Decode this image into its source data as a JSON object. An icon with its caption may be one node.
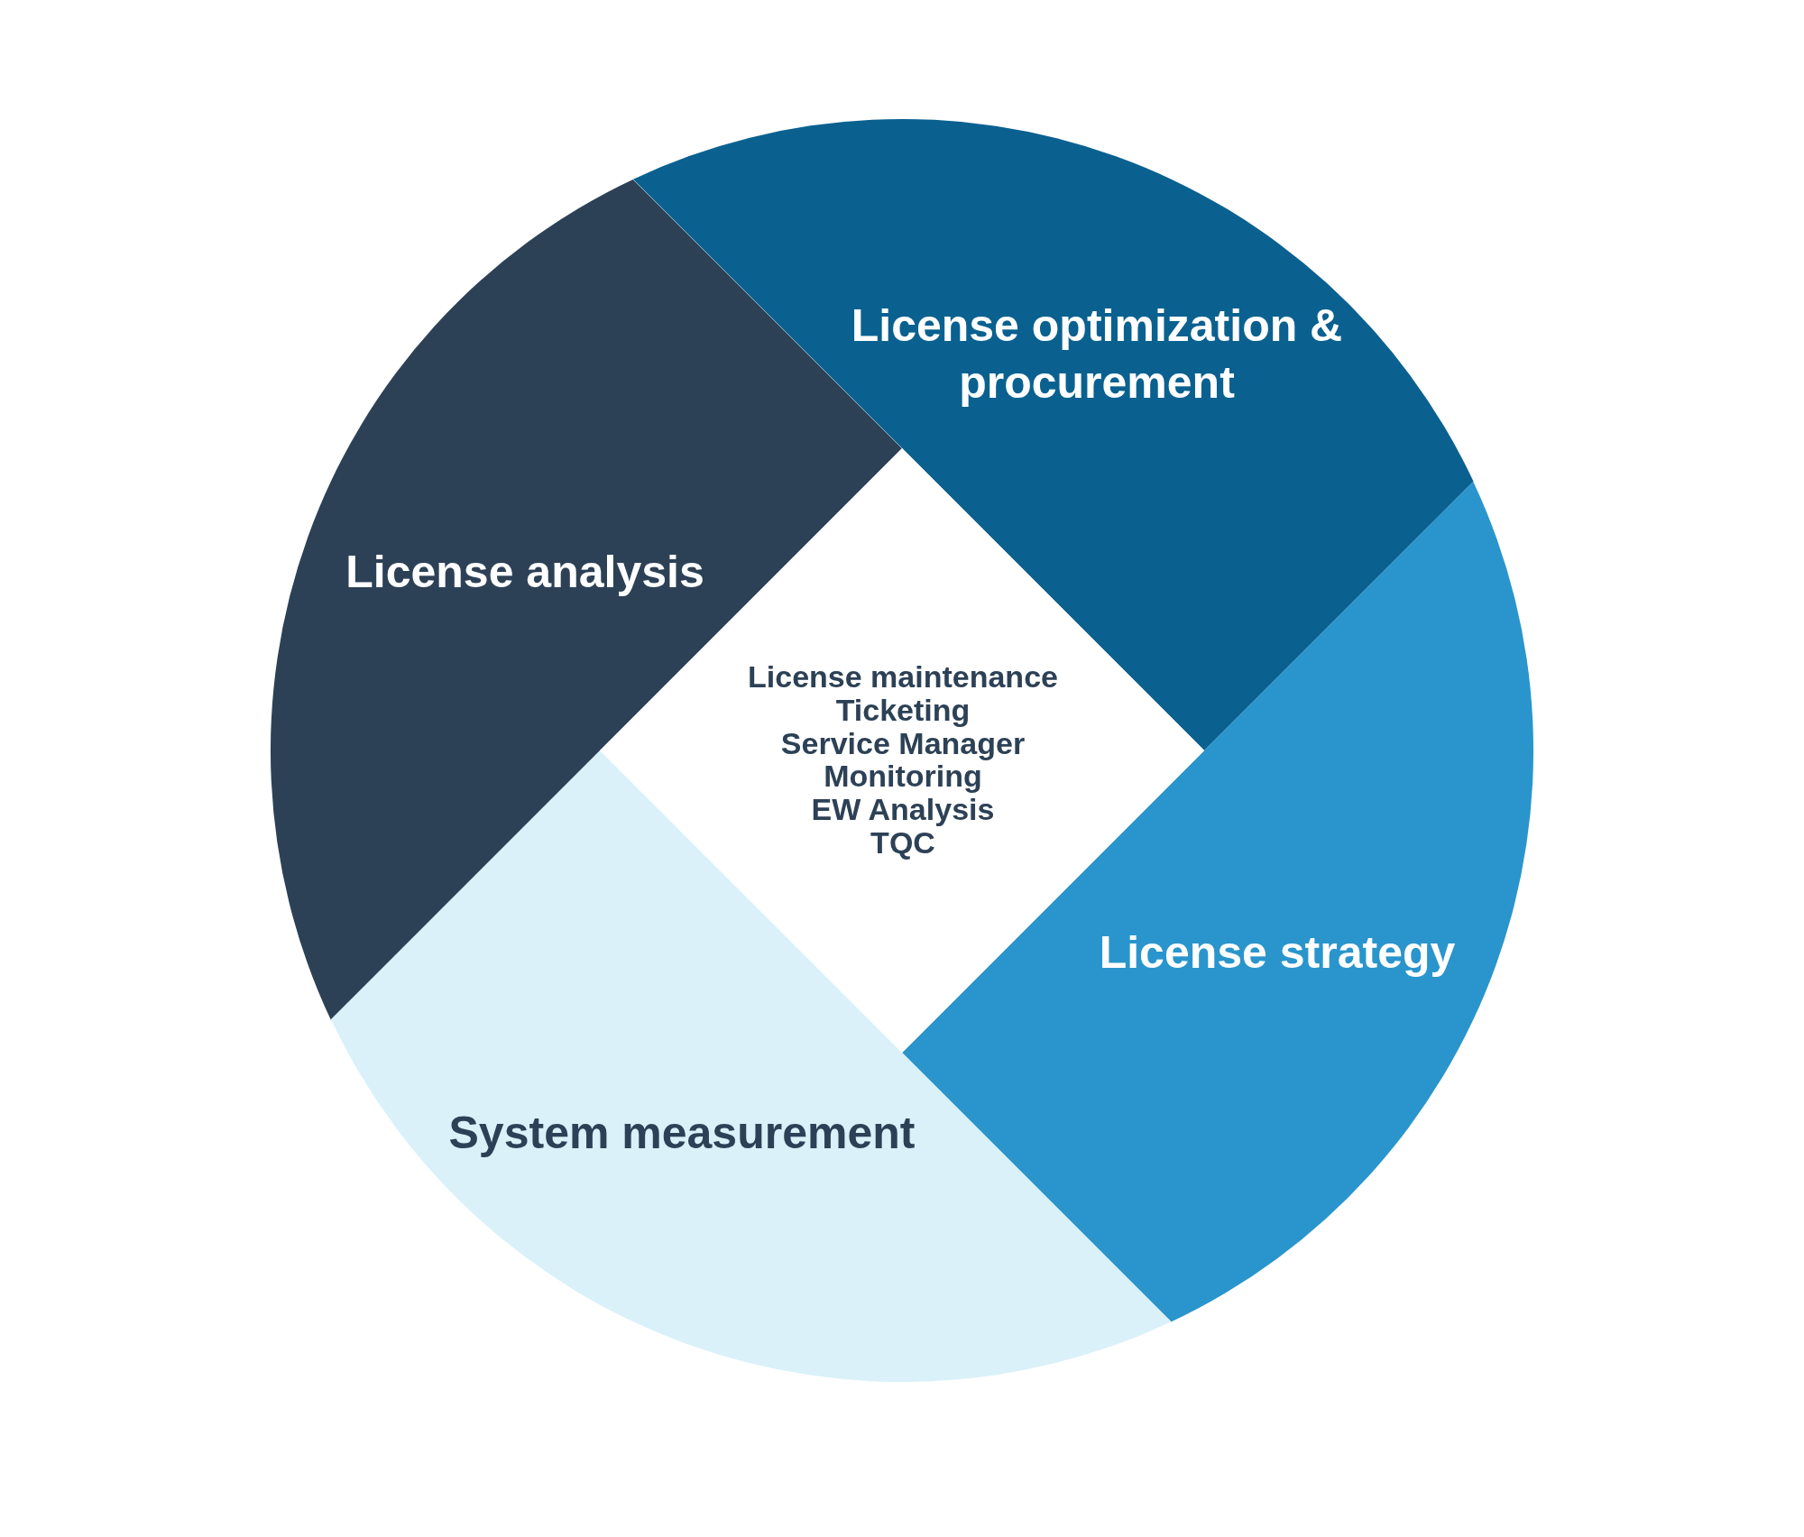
{
  "diagram": {
    "nodes": [
      {
        "text": [
          "License optimization & procurement"
        ]
      },
      {
        "text": [
          "License analysis"
        ]
      },
      {
        "text": [
          "License maintenance",
          "Ticketing",
          "Service Manager",
          "Monitoring",
          "EW Analysis",
          "TQC"
        ]
      },
      {
        "text": [
          "License strategy"
        ]
      },
      {
        "text": [
          "System measurement"
        ]
      }
    ]
  }
}
